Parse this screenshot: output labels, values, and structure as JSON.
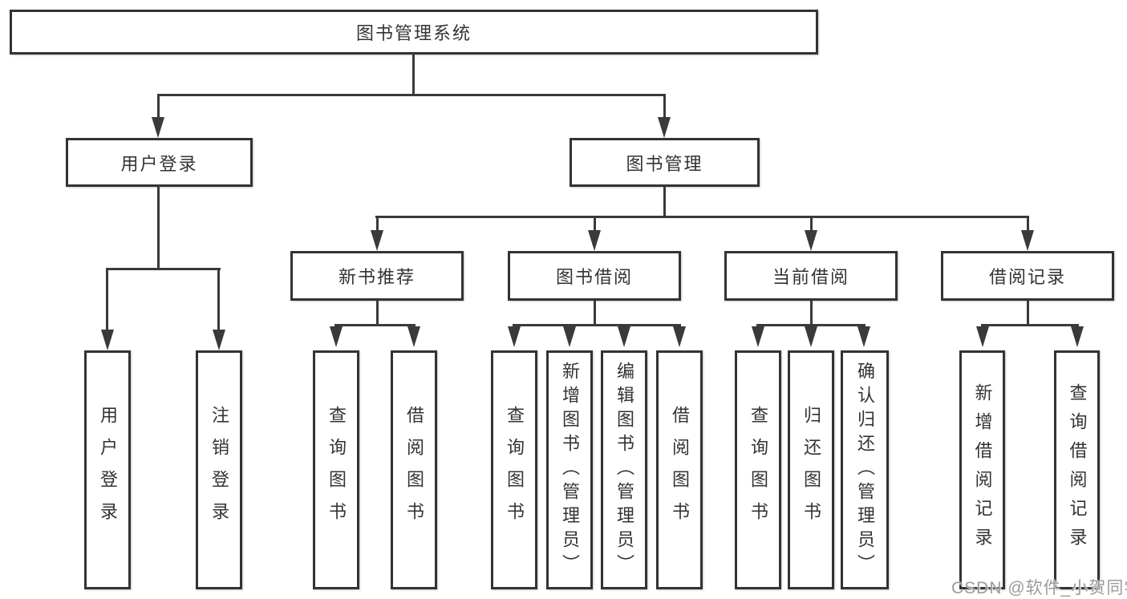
{
  "colors": {
    "line": "#3a3a3a",
    "box_border": "#333333",
    "text": "#333333",
    "background": "#ffffff",
    "watermark": "#9b9b9b"
  },
  "watermark": {
    "text": "CSDN @软件_小贺同学"
  },
  "tree": {
    "root": {
      "label": "图书管理系统"
    },
    "branches": [
      {
        "label": "用户登录",
        "children": [
          {
            "label": "用户登录"
          },
          {
            "label": "注销登录"
          }
        ]
      },
      {
        "label": "图书管理",
        "children": [
          {
            "label": "新书推荐",
            "children": [
              {
                "label": "查询图书"
              },
              {
                "label": "借阅图书"
              }
            ]
          },
          {
            "label": "图书借阅",
            "children": [
              {
                "label": "查询图书"
              },
              {
                "label": "新增图书（管理员）"
              },
              {
                "label": "编辑图书（管理员）"
              },
              {
                "label": "借阅图书"
              }
            ]
          },
          {
            "label": "当前借阅",
            "children": [
              {
                "label": "查询图书"
              },
              {
                "label": "归还图书"
              },
              {
                "label": "确认归还（管理员）"
              }
            ]
          },
          {
            "label": "借阅记录",
            "children": [
              {
                "label": "新增借阅记录"
              },
              {
                "label": "查询借阅记录"
              }
            ]
          }
        ]
      }
    ]
  }
}
